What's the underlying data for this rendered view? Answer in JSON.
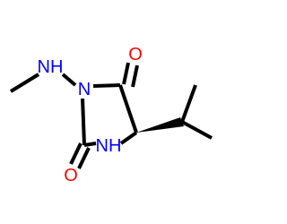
{
  "molecule": {
    "atoms": {
      "amine_n": {
        "label": "NH",
        "color": "#0000ff"
      },
      "ring_n3": {
        "label": "N",
        "color": "#0000ff"
      },
      "ring_n1": {
        "label": "NH",
        "color": "#0000ff"
      },
      "o_c4": {
        "label": "O",
        "color": "#ff0000"
      },
      "o_c2": {
        "label": "O",
        "color": "#ff0000"
      }
    },
    "bond_color": "#000000",
    "stereo": "wedge-bond"
  }
}
